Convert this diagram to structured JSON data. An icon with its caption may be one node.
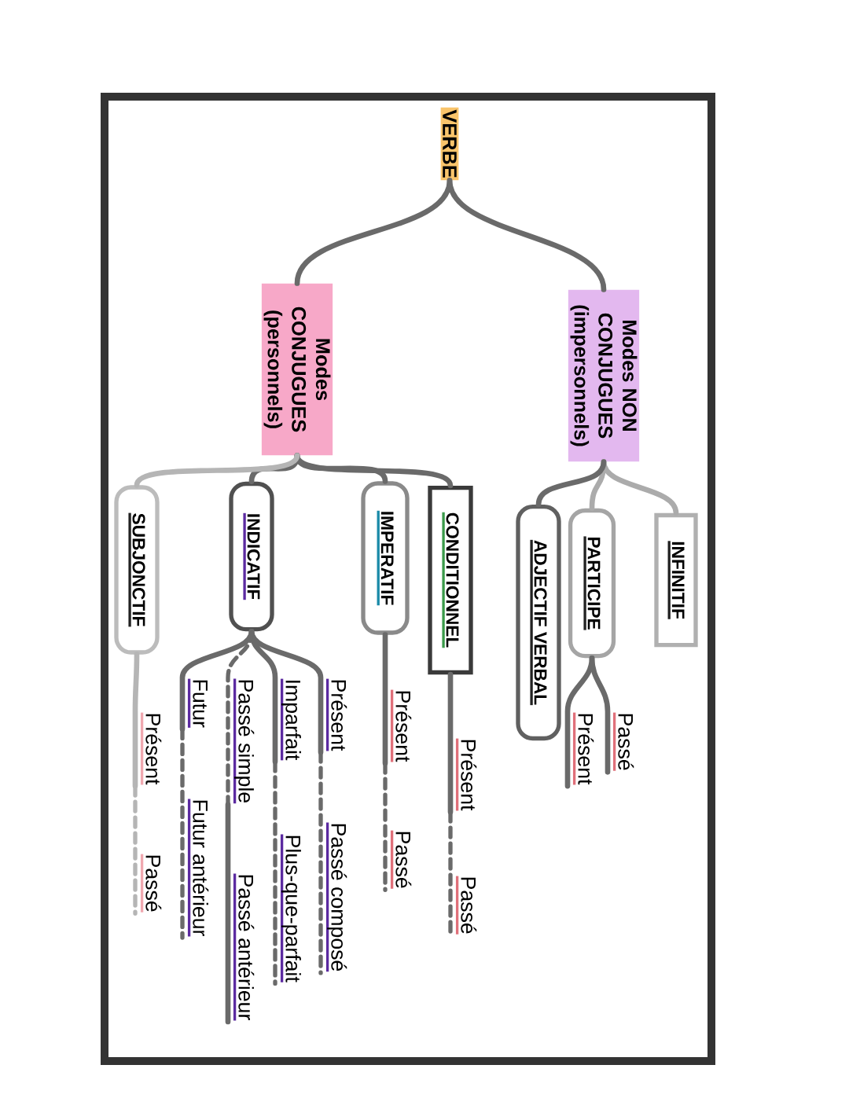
{
  "diagram": {
    "nodes": [
      {
        "text": [
          "VERBE"
        ]
      },
      {
        "text": [
          "Modes CONJUGUES (personnels)"
        ]
      },
      {
        "text": [
          "Modes NON CONJUGUES (impersonnels)"
        ]
      },
      {
        "text": [
          "INFINITIF"
        ]
      },
      {
        "text": [
          "PARTICIPE"
        ]
      },
      {
        "text": [
          "ADJECTIF VERBAL"
        ]
      },
      {
        "text": [
          "CONDITIONNEL"
        ]
      },
      {
        "text": [
          "IMPERATIF"
        ]
      },
      {
        "text": [
          "INDICATIF"
        ]
      },
      {
        "text": [
          "SUBJONCTIF"
        ]
      },
      {
        "text": [
          "Passé"
        ]
      },
      {
        "text": [
          "Présent"
        ]
      },
      {
        "text": [
          "Présent"
        ]
      },
      {
        "text": [
          "Passé"
        ]
      },
      {
        "text": [
          "Présent"
        ]
      },
      {
        "text": [
          "Passé"
        ]
      },
      {
        "text": [
          "Présent"
        ]
      },
      {
        "text": [
          "Passé composé"
        ]
      },
      {
        "text": [
          "Imparfait"
        ]
      },
      {
        "text": [
          "Plus-que-parfait"
        ]
      },
      {
        "text": [
          "Passé simple"
        ]
      },
      {
        "text": [
          "Passé antérieur"
        ]
      },
      {
        "text": [
          "Futur"
        ]
      },
      {
        "text": [
          "Futur antérieur"
        ]
      },
      {
        "text": [
          "Présent"
        ]
      },
      {
        "text": [
          "Passé"
        ]
      }
    ],
    "edges": [
      {
        "from": 0,
        "to": 1,
        "arrow": "none"
      },
      {
        "from": 0,
        "to": 2,
        "arrow": "none"
      },
      {
        "from": 2,
        "to": 3,
        "arrow": "none",
        "color": "#ababab"
      },
      {
        "from": 2,
        "to": 4,
        "arrow": "none",
        "color": "#ababab"
      },
      {
        "from": 2,
        "to": 5,
        "arrow": "none"
      },
      {
        "from": 1,
        "to": 6,
        "arrow": "none"
      },
      {
        "from": 1,
        "to": 7,
        "arrow": "none"
      },
      {
        "from": 1,
        "to": 8,
        "arrow": "none"
      },
      {
        "from": 1,
        "to": 9,
        "arrow": "none",
        "color": "#b5b5b5"
      },
      {
        "from": 4,
        "to": 10,
        "arrow": "none"
      },
      {
        "from": 4,
        "to": 11,
        "arrow": "none"
      },
      {
        "from": 6,
        "to": 12,
        "arrow": "none"
      },
      {
        "from": 12,
        "to": 13,
        "arrow": "none",
        "style": "dashed"
      },
      {
        "from": 7,
        "to": 14,
        "arrow": "none"
      },
      {
        "from": 14,
        "to": 15,
        "arrow": "none",
        "style": "dashed"
      },
      {
        "from": 8,
        "to": 16,
        "arrow": "none"
      },
      {
        "from": 16,
        "to": 17,
        "arrow": "none",
        "style": "dashed"
      },
      {
        "from": 8,
        "to": 18,
        "arrow": "none"
      },
      {
        "from": 18,
        "to": 19,
        "arrow": "none",
        "style": "dashed"
      },
      {
        "from": 8,
        "to": 20,
        "arrow": "none",
        "style": "dashed"
      },
      {
        "from": 20,
        "to": 21,
        "arrow": "none"
      },
      {
        "from": 8,
        "to": 22,
        "arrow": "none"
      },
      {
        "from": 22,
        "to": 23,
        "arrow": "none",
        "style": "dashed"
      },
      {
        "from": 9,
        "to": 24,
        "arrow": "none",
        "color": "#b5b5b5"
      },
      {
        "from": 24,
        "to": 25,
        "arrow": "none",
        "style": "dashed",
        "color": "#b5b5b5"
      }
    ]
  }
}
